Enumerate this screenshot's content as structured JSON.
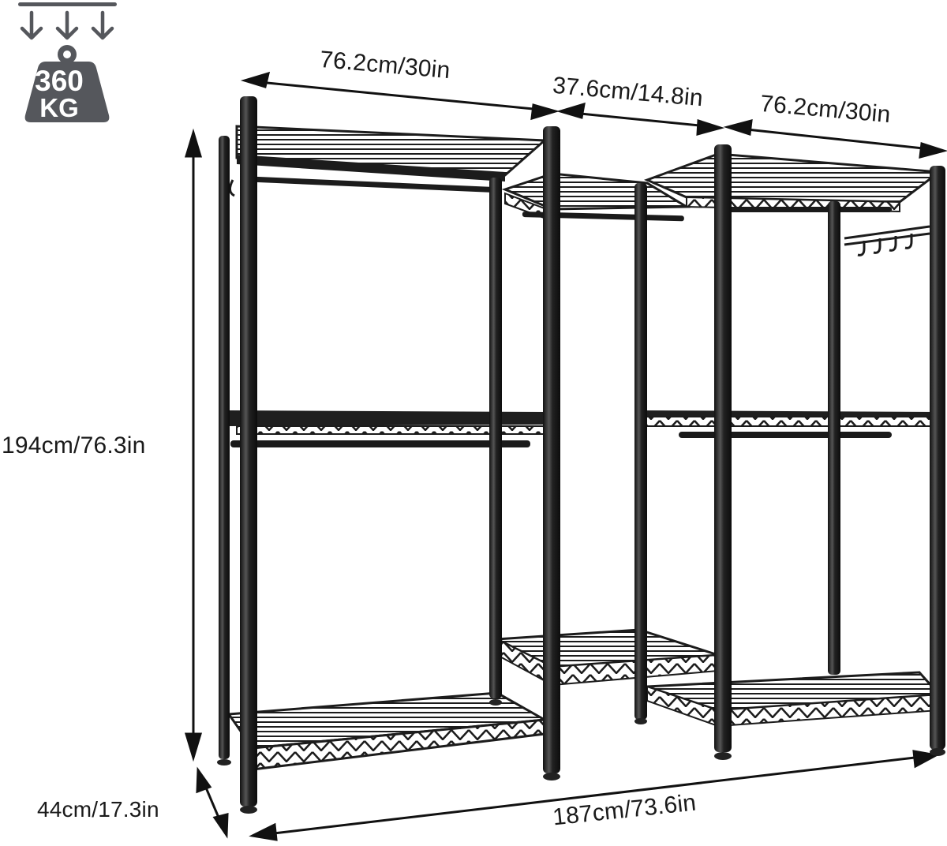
{
  "badge": {
    "icon": "weight-capacity-icon",
    "value": "360",
    "unit": "KG",
    "color": "#55575c"
  },
  "dimensions": {
    "top_left_width": "76.2cm/30in",
    "top_middle_width": "37.6cm/14.8in",
    "top_right_width": "76.2cm/30in",
    "height": "194cm/76.3in",
    "depth": "44cm/17.3in",
    "total_width": "187cm/73.6in"
  },
  "product": {
    "type": "wire garment rack",
    "sections": [
      {
        "name": "left-tower",
        "shelves": 3,
        "hanging_rods": 2,
        "side_hooks": true
      },
      {
        "name": "middle-corner",
        "shelves": 2,
        "hanging_rods": 1
      },
      {
        "name": "right-tower",
        "shelves": 3,
        "hanging_rods": 2,
        "hook_bar_hooks": 4
      }
    ],
    "color": "#1c1c1c"
  }
}
